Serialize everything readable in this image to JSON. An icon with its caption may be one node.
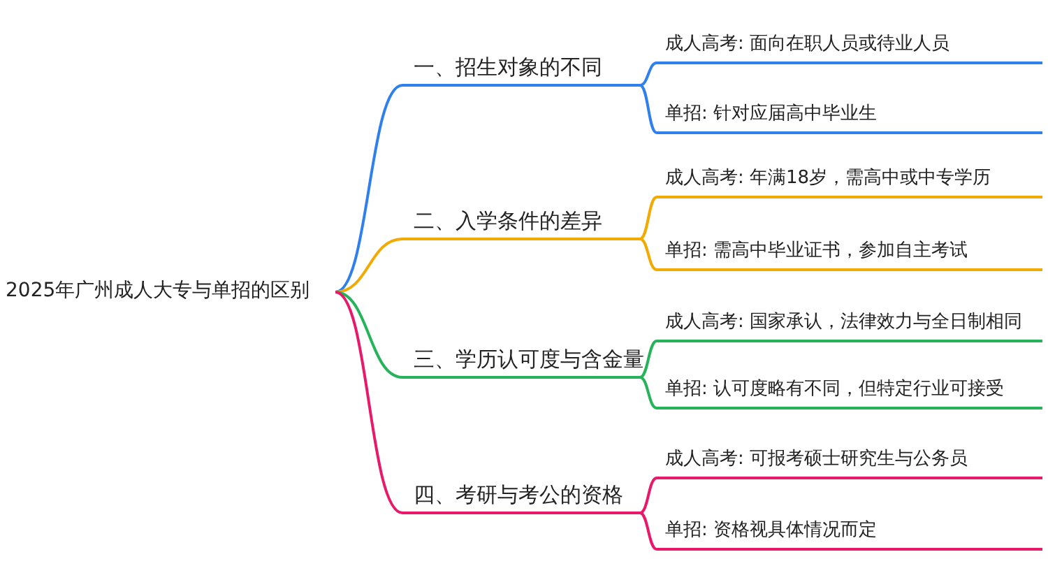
{
  "diagram": {
    "nodes": [
      {
        "text": [
          "2025年广州成人大专与单招的区别"
        ]
      },
      {
        "text": [
          "一、招生对象的不同"
        ]
      },
      {
        "text": [
          "成人高考: 面向在职人员或待业人员"
        ]
      },
      {
        "text": [
          "单招: 针对应届高中毕业生"
        ]
      },
      {
        "text": [
          "二、入学条件的差异"
        ]
      },
      {
        "text": [
          "成人高考: 年满18岁，需高中或中专学历"
        ]
      },
      {
        "text": [
          "单招: 需高中毕业证书，参加自主考试"
        ]
      },
      {
        "text": [
          "三、学历认可度与含金量"
        ]
      },
      {
        "text": [
          "成人高考: 国家承认，法律效力与全日制相同"
        ]
      },
      {
        "text": [
          "单招: 认可度略有不同，但特定行业可接受"
        ]
      },
      {
        "text": [
          "四、考研与考公的资格"
        ]
      },
      {
        "text": [
          "成人高考: 可报考硕士研究生与公务员"
        ]
      },
      {
        "text": [
          "单招: 资格视具体情况而定"
        ]
      }
    ],
    "edges": [
      {
        "from": 0,
        "to": 1,
        "arrow": "none",
        "color": "#2f80ed"
      },
      {
        "from": 1,
        "to": 2,
        "arrow": "none",
        "color": "#2f80ed"
      },
      {
        "from": 1,
        "to": 3,
        "arrow": "none",
        "color": "#2f80ed"
      },
      {
        "from": 0,
        "to": 4,
        "arrow": "none",
        "color": "#f2a900"
      },
      {
        "from": 4,
        "to": 5,
        "arrow": "none",
        "color": "#f2a900"
      },
      {
        "from": 4,
        "to": 6,
        "arrow": "none",
        "color": "#f2a900"
      },
      {
        "from": 0,
        "to": 7,
        "arrow": "none",
        "color": "#27b35a"
      },
      {
        "from": 7,
        "to": 8,
        "arrow": "none",
        "color": "#27b35a"
      },
      {
        "from": 7,
        "to": 9,
        "arrow": "none",
        "color": "#27b35a"
      },
      {
        "from": 0,
        "to": 10,
        "arrow": "none",
        "color": "#e8196a"
      },
      {
        "from": 10,
        "to": 11,
        "arrow": "none",
        "color": "#e8196a"
      },
      {
        "from": 10,
        "to": 12,
        "arrow": "none",
        "color": "#e8196a"
      }
    ]
  }
}
